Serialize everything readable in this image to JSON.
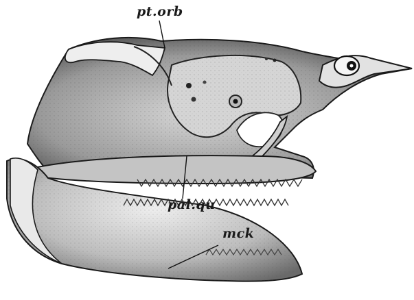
{
  "labels": {
    "pt_orb": "pt.orb",
    "pal_qu": "pal.qu",
    "mck": "mck"
  },
  "colors": {
    "ink": "#1a1a1a",
    "stipple": "#8a8a8a",
    "paper": "#ffffff"
  }
}
